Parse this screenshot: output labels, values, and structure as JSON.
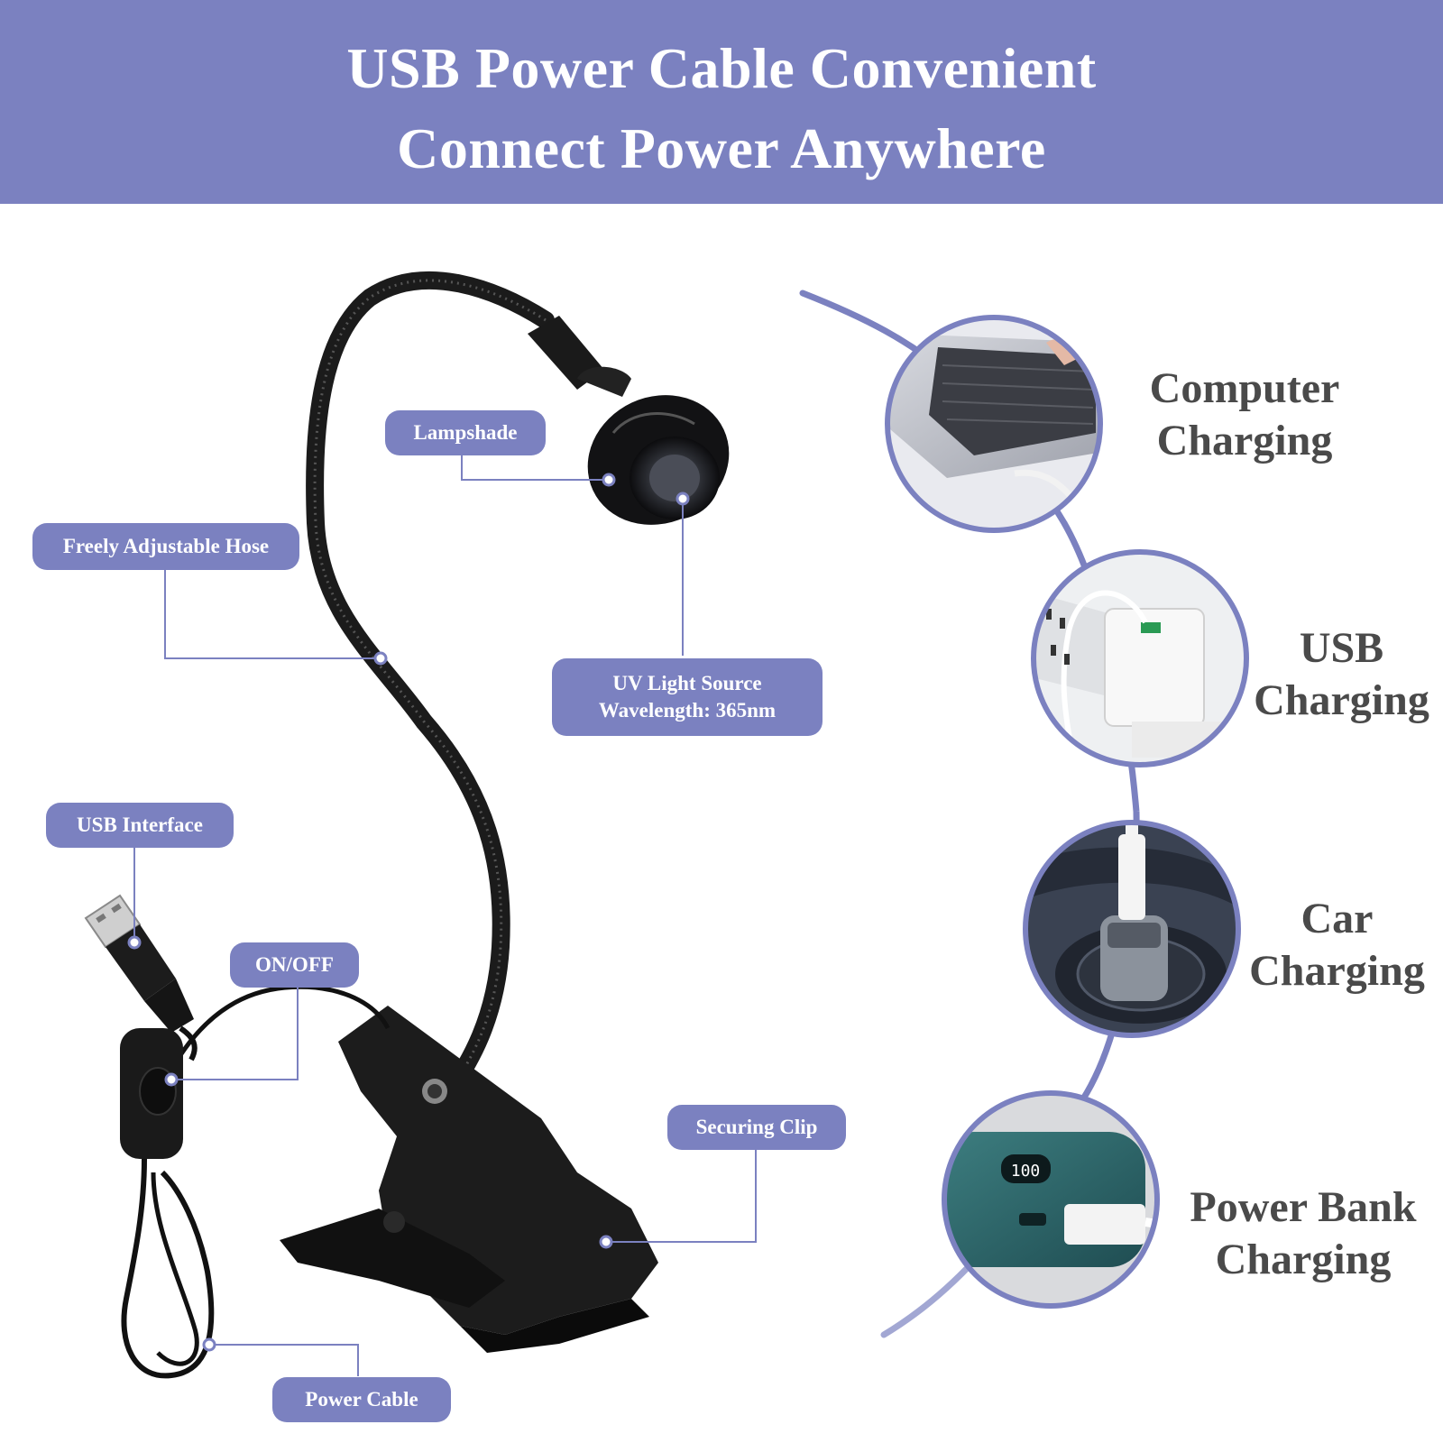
{
  "header": {
    "title_line1": "USB Power Cable Convenient",
    "title_line2": "Connect Power Anywhere"
  },
  "labels": {
    "lampshade": "Lampshade",
    "hose": "Freely Adjustable Hose",
    "uv_line1": "UV Light Source",
    "uv_line2": "Wavelength: 365nm",
    "usb_interface": "USB Interface",
    "on_off": "ON/OFF",
    "securing_clip": "Securing Clip",
    "power_cable": "Power Cable"
  },
  "charging_options": [
    {
      "line1": "Computer",
      "line2": "Charging",
      "icon": "laptop-icon"
    },
    {
      "line1": "USB",
      "line2": "Charging",
      "icon": "usb-adapter-icon"
    },
    {
      "line1": "Car",
      "line2": "Charging",
      "icon": "car-charger-icon"
    },
    {
      "line1": "Power Bank",
      "line2": "Charging",
      "icon": "power-bank-icon",
      "display": "100"
    }
  ],
  "colors": {
    "accent": "#7b81c0",
    "caption_text": "#4a4a4a",
    "lamp_black": "#111111"
  }
}
